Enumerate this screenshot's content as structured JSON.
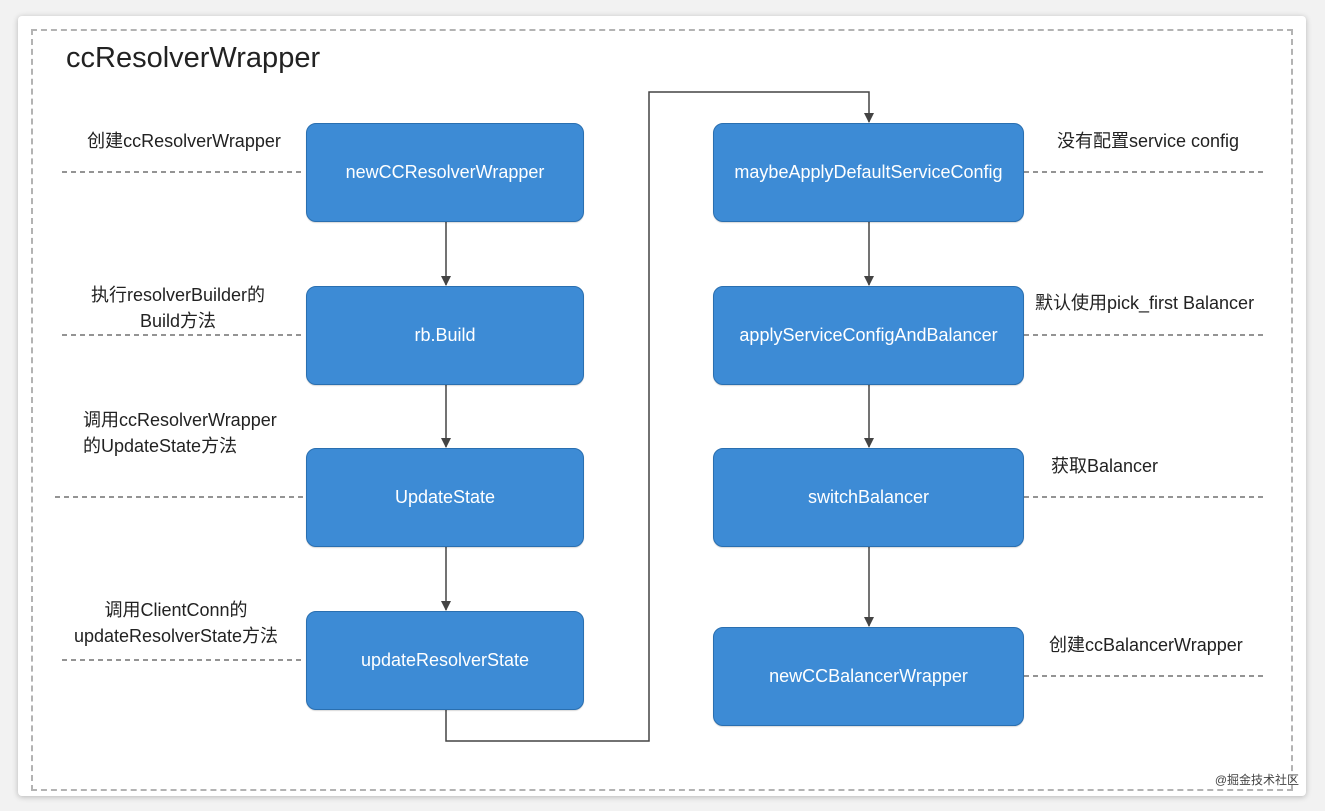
{
  "title": "ccResolverWrapper",
  "left_column": [
    {
      "box": "newCCResolverWrapper",
      "note": [
        "创建ccResolverWrapper"
      ]
    },
    {
      "box": "rb.Build",
      "note": [
        "执行resolverBuilder的",
        "Build方法"
      ]
    },
    {
      "box": "UpdateState",
      "note": [
        "调用ccResolverWrapper",
        "的UpdateState方法"
      ]
    },
    {
      "box": "updateResolverState",
      "note": [
        "调用ClientConn的",
        "updateResolverState方法"
      ]
    }
  ],
  "right_column": [
    {
      "box": "maybeApplyDefaultServiceConfig",
      "note": [
        "没有配置service config"
      ]
    },
    {
      "box": "applyServiceConfigAndBalancer",
      "note": [
        "默认使用pick_first Balancer"
      ]
    },
    {
      "box": "switchBalancer",
      "note": [
        "获取Balancer"
      ]
    },
    {
      "box": "newCCBalancerWrapper",
      "note": [
        "创建ccBalancerWrapper"
      ]
    }
  ],
  "watermark": "@掘金技术社区",
  "colors": {
    "box_fill": "#3d8bd5",
    "box_border": "#2a6fb0",
    "arrow": "#444444",
    "dash": "#555555"
  }
}
